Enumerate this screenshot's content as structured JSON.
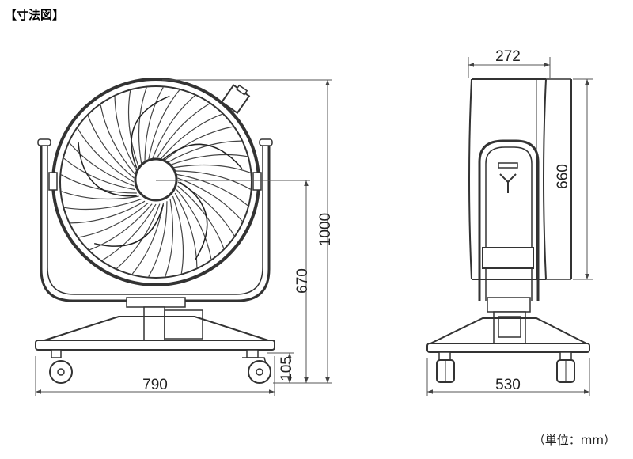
{
  "title": "【寸法図】",
  "unit_note": "（単位：mm）",
  "dimensions": {
    "front_height": "1000",
    "front_axis_height": "670",
    "front_caster_height": "105",
    "front_width": "790",
    "side_depth": "272",
    "side_fan_height": "660",
    "side_base_width": "530"
  },
  "colors": {
    "line": "#333333",
    "dim_line": "#555555",
    "background": "#ffffff"
  }
}
